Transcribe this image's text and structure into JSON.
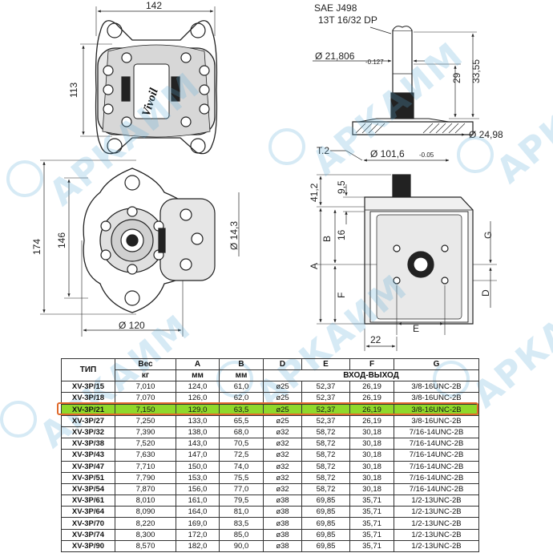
{
  "drawing": {
    "top_width": "142",
    "top_height": "113",
    "front_height_outer": "174",
    "front_height_inner": "146",
    "front_width": "Ø 120",
    "hole_dia": "Ø 14,3",
    "shaft_std": "SAE J498",
    "shaft_spline": "13T 16/32 DP",
    "shaft_dia": "Ø 21,806",
    "shaft_tol": "-0.127",
    "dim_29": "29",
    "dim_3355": "33,55",
    "dim_2498": "Ø 24,98",
    "pilot_dia": "Ø 101,6",
    "pilot_tol": "-0.05",
    "t2": "T.2",
    "dim_412": "41,2",
    "dim_95": "9,5",
    "dim_16": "16",
    "dim_22": "22",
    "lbl_A": "A",
    "lbl_B": "B",
    "lbl_F": "F",
    "lbl_G": "G",
    "lbl_D": "D",
    "lbl_E": "E",
    "logo_text": "Vivoil",
    "watermark": "АРКАИМ"
  },
  "table": {
    "headers": {
      "type": "ТИП",
      "weight": "Вес",
      "weight_unit": "кг",
      "a": "A",
      "a_unit": "мм",
      "b": "B",
      "b_unit": "мм",
      "d": "D",
      "e": "E",
      "f": "F",
      "g": "G",
      "port": "ВХОД-ВЫХОД"
    },
    "rows": [
      {
        "type": "XV-3P/15",
        "w": "7,010",
        "a": "124,0",
        "b": "61,0",
        "d": "ø25",
        "e": "52,37",
        "f": "26,19",
        "g": "3/8-16UNC-2B"
      },
      {
        "type": "XV-3P/18",
        "w": "7,070",
        "a": "126,0",
        "b": "62,0",
        "d": "ø25",
        "e": "52,37",
        "f": "26,19",
        "g": "3/8-16UNC-2B"
      },
      {
        "type": "XV-3P/21",
        "w": "7,150",
        "a": "129,0",
        "b": "63,5",
        "d": "ø25",
        "e": "52,37",
        "f": "26,19",
        "g": "3/8-16UNC-2B"
      },
      {
        "type": "XV-3P/27",
        "w": "7,250",
        "a": "133,0",
        "b": "65,5",
        "d": "ø25",
        "e": "52,37",
        "f": "26,19",
        "g": "3/8-16UNC-2B"
      },
      {
        "type": "XV-3P/32",
        "w": "7,390",
        "a": "138,0",
        "b": "68,0",
        "d": "ø32",
        "e": "58,72",
        "f": "30,18",
        "g": "7/16-14UNC-2B"
      },
      {
        "type": "XV-3P/38",
        "w": "7,520",
        "a": "143,0",
        "b": "70,5",
        "d": "ø32",
        "e": "58,72",
        "f": "30,18",
        "g": "7/16-14UNC-2B"
      },
      {
        "type": "XV-3P/43",
        "w": "7,630",
        "a": "147,0",
        "b": "72,5",
        "d": "ø32",
        "e": "58,72",
        "f": "30,18",
        "g": "7/16-14UNC-2B"
      },
      {
        "type": "XV-3P/47",
        "w": "7,710",
        "a": "150,0",
        "b": "74,0",
        "d": "ø32",
        "e": "58,72",
        "f": "30,18",
        "g": "7/16-14UNC-2B"
      },
      {
        "type": "XV-3P/51",
        "w": "7,790",
        "a": "153,0",
        "b": "75,5",
        "d": "ø32",
        "e": "58,72",
        "f": "30,18",
        "g": "7/16-14UNC-2B"
      },
      {
        "type": "XV-3P/54",
        "w": "7,870",
        "a": "156,0",
        "b": "77,0",
        "d": "ø32",
        "e": "58,72",
        "f": "30,18",
        "g": "7/16-14UNC-2B"
      },
      {
        "type": "XV-3P/61",
        "w": "8,010",
        "a": "161,0",
        "b": "79,5",
        "d": "ø38",
        "e": "69,85",
        "f": "35,71",
        "g": "1/2-13UNC-2B"
      },
      {
        "type": "XV-3P/64",
        "w": "8,090",
        "a": "164,0",
        "b": "81,0",
        "d": "ø38",
        "e": "69,85",
        "f": "35,71",
        "g": "1/2-13UNC-2B"
      },
      {
        "type": "XV-3P/70",
        "w": "8,220",
        "a": "169,0",
        "b": "83,5",
        "d": "ø38",
        "e": "69,85",
        "f": "35,71",
        "g": "1/2-13UNC-2B"
      },
      {
        "type": "XV-3P/74",
        "w": "8,300",
        "a": "172,0",
        "b": "85,0",
        "d": "ø38",
        "e": "69,85",
        "f": "35,71",
        "g": "1/2-13UNC-2B"
      },
      {
        "type": "XV-3P/90",
        "w": "8,570",
        "a": "182,0",
        "b": "90,0",
        "d": "ø38",
        "e": "69,85",
        "f": "35,71",
        "g": "1/2-13UNC-2B"
      }
    ],
    "highlight_index": 2,
    "highlight_color": "#8fd82b",
    "frame_color": "#e06a2c"
  }
}
